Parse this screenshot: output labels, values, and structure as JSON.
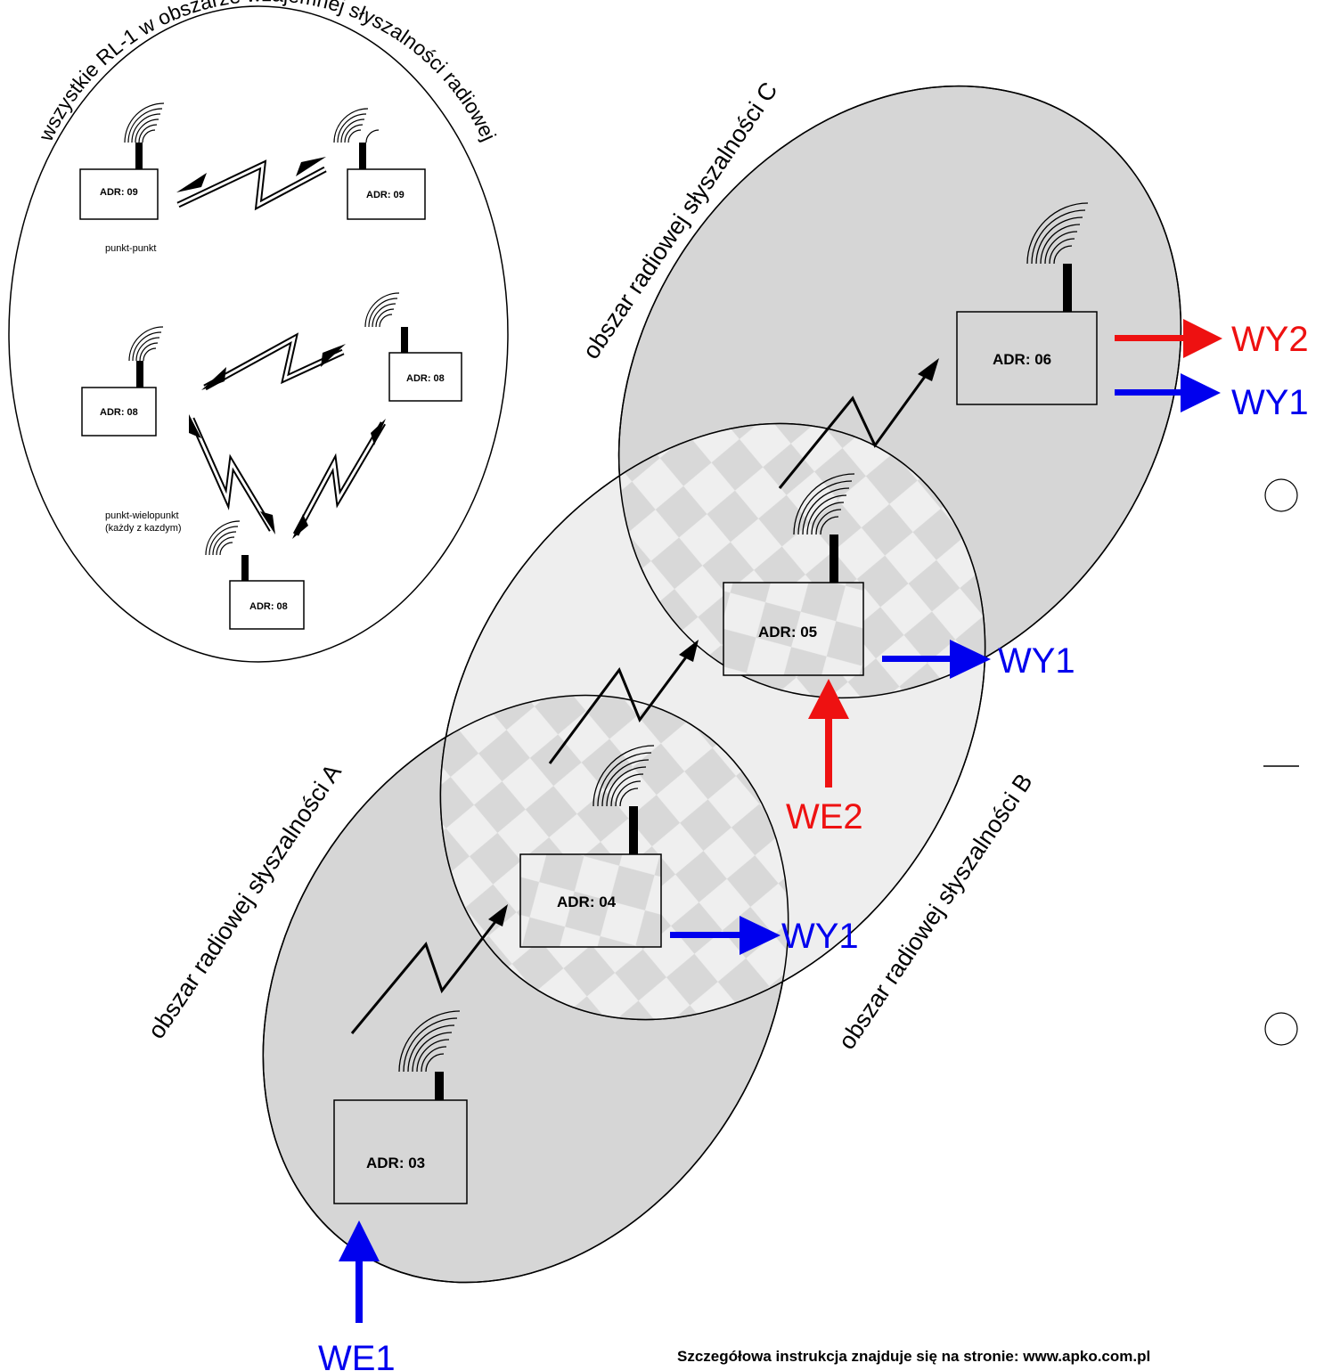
{
  "legend": {
    "title": "wszystkie RL-1 w obszarze wzajemnej słyszalności radiowej",
    "point_to_point": "punkt-punkt",
    "multipoint_line1": "punkt-wielopunkt",
    "multipoint_line2": "(każdy z kazdym)",
    "devices": [
      {
        "label": "ADR: 09"
      },
      {
        "label": "ADR: 09"
      },
      {
        "label": "ADR: 08"
      },
      {
        "label": "ADR: 08"
      },
      {
        "label": "ADR: 08"
      }
    ]
  },
  "zones": {
    "a": "obszar radiowej słyszalności A",
    "b": "obszar radiowej słyszalności B",
    "c": "obszar radiowej słyszalności C"
  },
  "devices": {
    "d03": "ADR: 03",
    "d04": "ADR: 04",
    "d05": "ADR: 05",
    "d06": "ADR: 06"
  },
  "io": {
    "we1": "WE1",
    "we2": "WE2",
    "wy1_d04": "WY1",
    "wy1_d05": "WY1",
    "wy1_d06": "WY1",
    "wy2_d06": "WY2"
  },
  "footer": "Szczegółowa instrukcja znajduje się na stronie: www.apko.com.pl",
  "colors": {
    "input_blue": "#0000ee",
    "output_red": "#ee1111",
    "zone_dark": "#d6d6d6",
    "zone_light": "#ebebeb"
  }
}
